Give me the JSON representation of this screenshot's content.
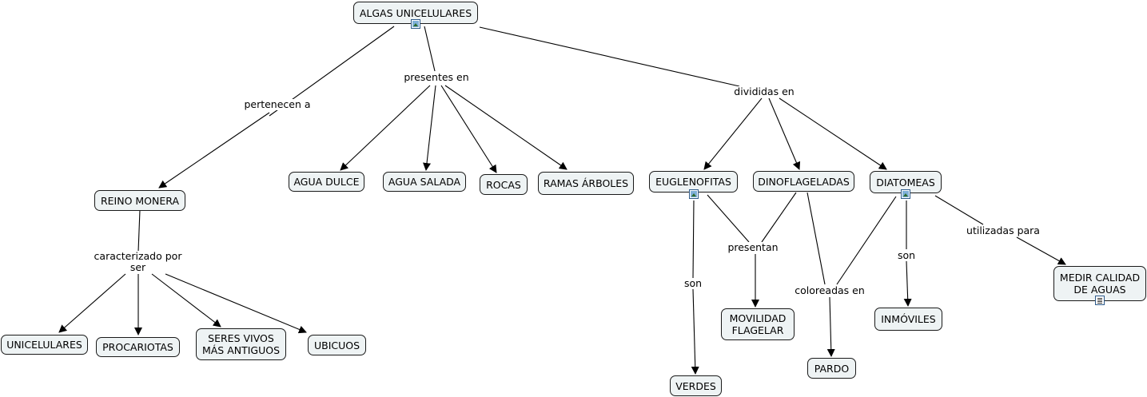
{
  "concepts": {
    "algas": "ALGAS UNICELULARES",
    "reino": "REINO MONERA",
    "agua_dulce": "AGUA DULCE",
    "agua_salada": "AGUA SALADA",
    "rocas": "ROCAS",
    "ramas": "RAMAS ÁRBOLES",
    "euglenofitas": "EUGLENOFITAS",
    "dinoflageladas": "DINOFLAGELADAS",
    "diatomeas": "DIATOMEAS",
    "medir": "MEDIR CALIDAD DE AGUAS",
    "unicelulares": "UNICELULARES",
    "procariotas": "PROCARIOTAS",
    "seres": "SERES VIVOS MÁS ANTIGUOS",
    "ubicuos": "UBICUOS",
    "movilidad": "MOVILIDAD FLAGELAR",
    "inmoviles": "INMÓVILES",
    "pardo": "PARDO",
    "verdes": "VERDES"
  },
  "linking_phrases": {
    "pertenecen": "pertenecen a",
    "presentes": "presentes en",
    "divididas": "divididas en",
    "caracterizado": "caracterizado por ser",
    "presentan": "presentan",
    "son_eug": "son",
    "coloreadas": "coloreadas en",
    "son_dia": "son",
    "utilizadas": "utilizadas para"
  },
  "resource_icons": {
    "algas": "image-resource-icon",
    "euglenofitas": "image-resource-icon",
    "diatomeas": "image-resource-icon",
    "medir": "document-resource-icon"
  }
}
